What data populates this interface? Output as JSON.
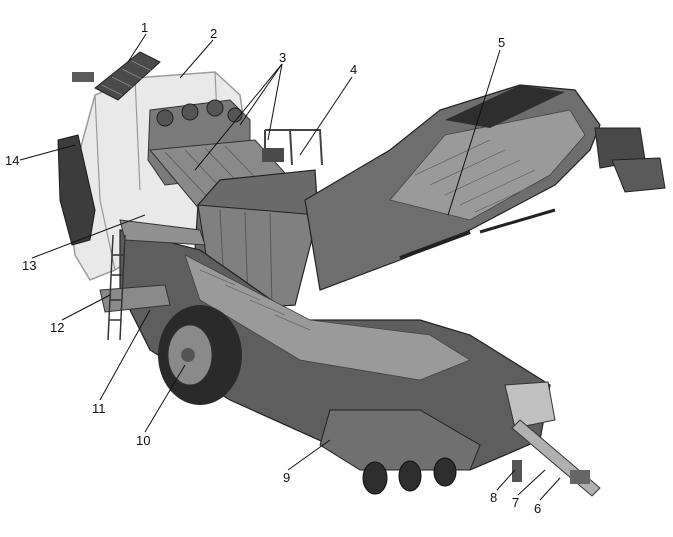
{
  "callouts": [
    {
      "id": "1",
      "label": "1"
    },
    {
      "id": "2",
      "label": "2"
    },
    {
      "id": "3",
      "label": "3"
    },
    {
      "id": "4",
      "label": "4"
    },
    {
      "id": "5",
      "label": "5"
    },
    {
      "id": "6",
      "label": "6"
    },
    {
      "id": "7",
      "label": "7"
    },
    {
      "id": "8",
      "label": "8"
    },
    {
      "id": "9",
      "label": "9"
    },
    {
      "id": "10",
      "label": "10"
    },
    {
      "id": "11",
      "label": "11"
    },
    {
      "id": "12",
      "label": "12"
    },
    {
      "id": "13",
      "label": "13"
    },
    {
      "id": "14",
      "label": "14"
    }
  ],
  "colors": {
    "machine_dark": "#3a3a3a",
    "machine_mid": "#6e6e6e",
    "machine_light": "#9a9a9a",
    "conveyor_dark": "#2b2b2b",
    "tank_translucent": "#d9d9d9"
  }
}
